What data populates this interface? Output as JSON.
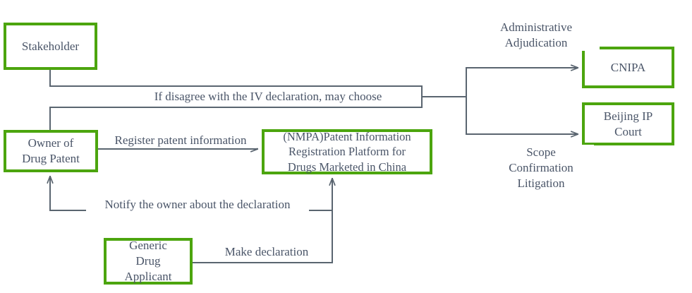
{
  "diagram": {
    "title": "Patent linkage dispute flow",
    "colors": {
      "node_border": "#4ca50e",
      "node_fill": "#ffffff",
      "text": "#4a5568",
      "connector": "#5a6570",
      "background": "#ffffff"
    },
    "nodes": [
      {
        "id": "stakeholder",
        "label": "Stakeholder"
      },
      {
        "id": "owner",
        "label": "Owner of\nDrug Patent"
      },
      {
        "id": "nmpa",
        "label": "(NMPA)Patent Information\nRegistration Platform for\nDrugs Marketed in China"
      },
      {
        "id": "generic",
        "label": "Generic\nDrug\nApplicant"
      },
      {
        "id": "cnipa",
        "label": "CNIPA"
      },
      {
        "id": "beijing",
        "label": "Beijing IP\nCourt"
      }
    ],
    "edge_labels": [
      {
        "id": "disagree",
        "text": "If disagree with the IV declaration, may choose"
      },
      {
        "id": "administrative",
        "text": "Administrative\nAdjudication"
      },
      {
        "id": "scope",
        "text": "Scope\nConfirmation\nLitigation"
      },
      {
        "id": "register",
        "text": "Register patent information"
      },
      {
        "id": "notify",
        "text": "Notify the owner about the declaration"
      },
      {
        "id": "make_declaration",
        "text": "Make declaration"
      }
    ]
  }
}
